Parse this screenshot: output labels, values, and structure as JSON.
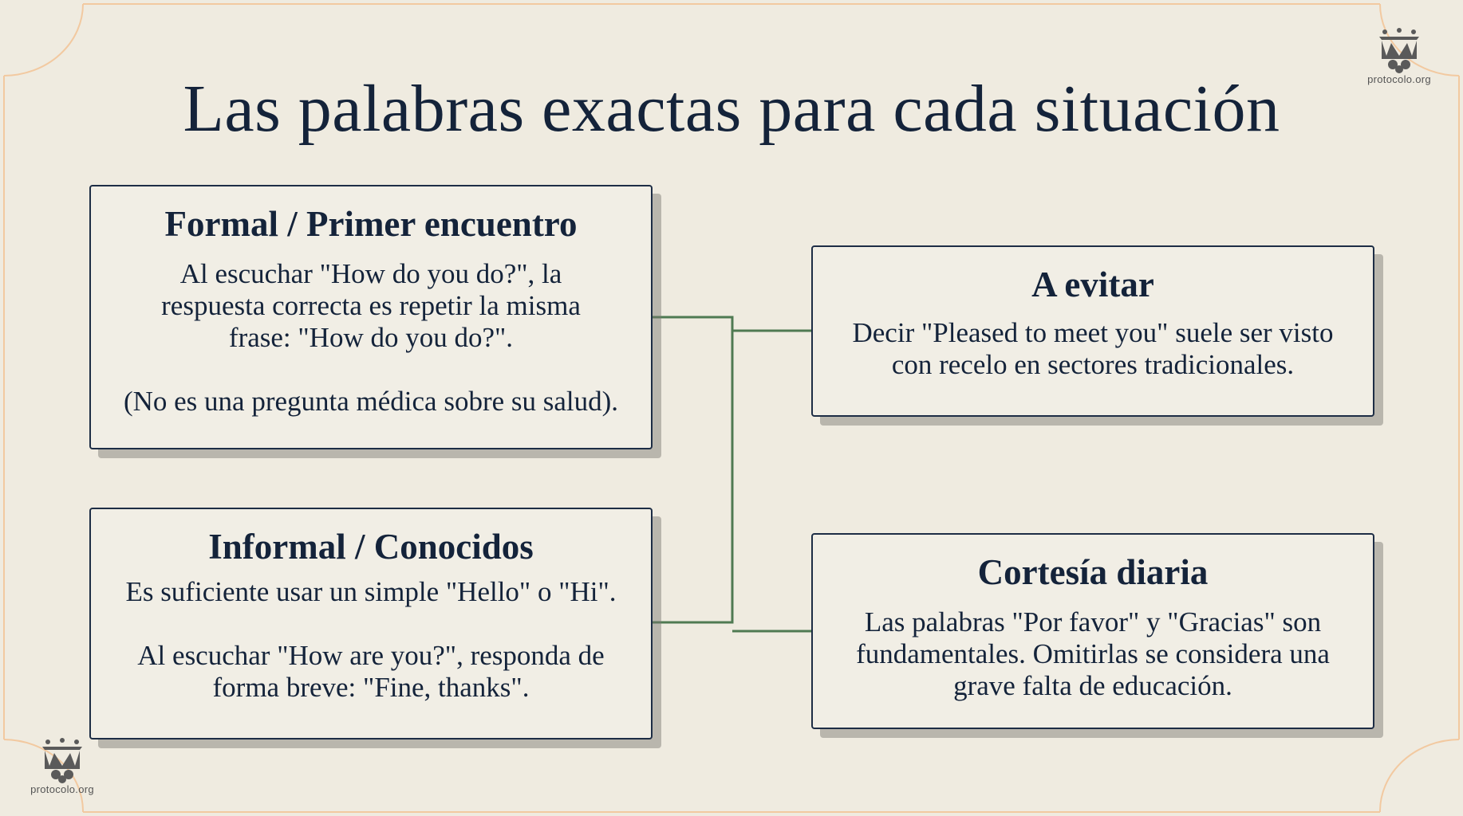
{
  "title": "Las palabras exactas para cada situación",
  "logo_text": "protocolo.org",
  "colors": {
    "background": "#efebe0",
    "box_fill": "#f1eee5",
    "box_border": "#1d2d45",
    "text": "#14233a",
    "connector": "#4f7a52",
    "frame_accent": "#f2c9a0"
  },
  "icons": {
    "logo": "crown-logo-icon"
  },
  "boxes": {
    "formal": {
      "title": "Formal / Primer encuentro",
      "text1": "Al escuchar \"How do you do?\", la respuesta correcta es repetir la misma frase: \"How do you do?\".",
      "text2": "(No es una pregunta médica sobre su salud)."
    },
    "informal": {
      "title": "Informal / Conocidos",
      "text1": "Es suficiente usar un simple \"Hello\" o \"Hi\".",
      "text2": "Al escuchar \"How are you?\", responda de forma breve: \"Fine, thanks\"."
    },
    "evitar": {
      "title": "A evitar",
      "text1": "Decir \"Pleased to meet you\" suele ser visto con recelo en sectores tradicionales."
    },
    "cortesia": {
      "title": "Cortesía diaria",
      "text1": "Las palabras \"Por favor\" y \"Gracias\" son fundamentales. Omitirlas se considera una grave falta de educación."
    }
  }
}
